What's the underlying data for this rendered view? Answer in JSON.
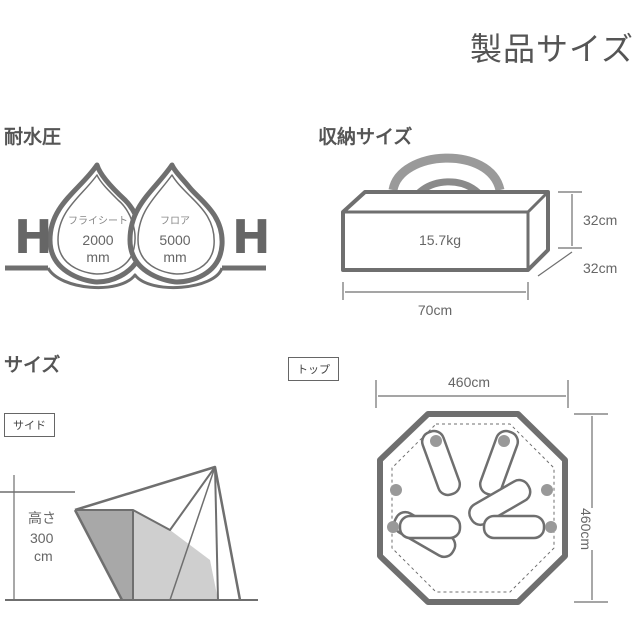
{
  "page_title": "製品サイズ",
  "water": {
    "heading": "耐水圧",
    "h_left": "H",
    "h_right": "H",
    "fly": {
      "label": "フライシート",
      "value": "2000",
      "unit": "mm"
    },
    "floor": {
      "label": "フロア",
      "value": "5000",
      "unit": "mm"
    }
  },
  "storage": {
    "heading": "収納サイズ",
    "weight": "15.7kg",
    "height": "32cm",
    "depth": "32cm",
    "width": "70cm"
  },
  "size": {
    "heading": "サイズ",
    "side_label": "サイド",
    "height_label": "高さ",
    "height_value": "300",
    "height_unit": "cm"
  },
  "top": {
    "label": "トップ",
    "width": "460cm",
    "depth": "460cm"
  },
  "colors": {
    "line": "#6f6f6f",
    "fill_dark": "#a8a8a8",
    "fill_light": "#cfcfcf",
    "accent": "#555555"
  }
}
